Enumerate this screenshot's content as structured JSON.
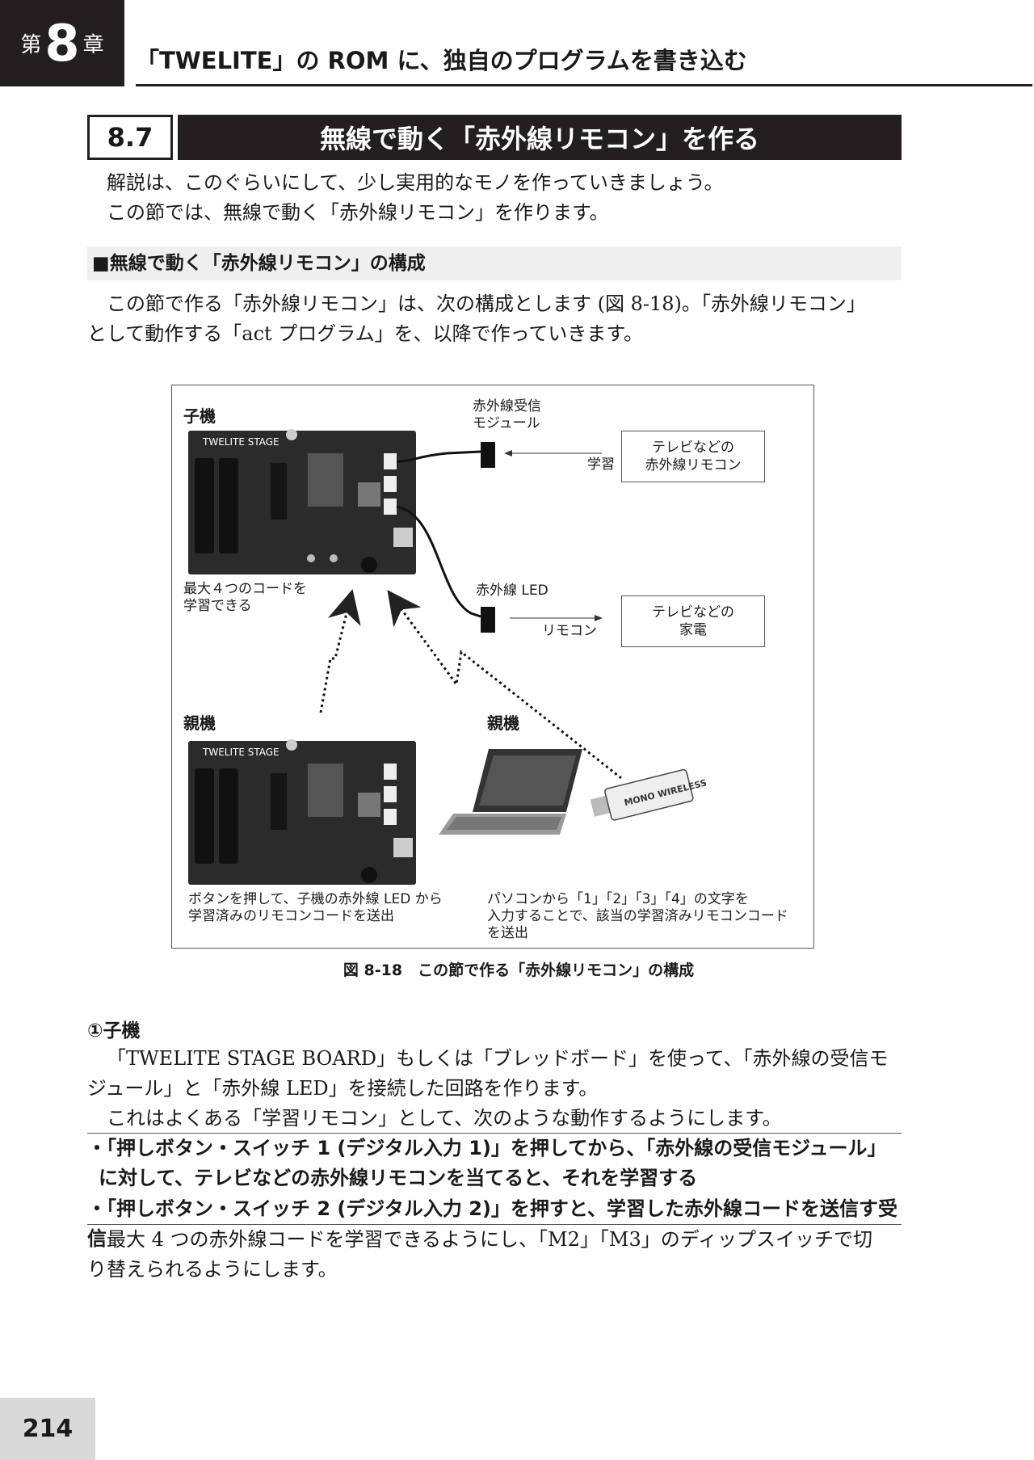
{
  "header": {
    "chapter_prefix": "第",
    "chapter_number": "8",
    "chapter_suffix": "章",
    "chapter_title": "「TWELITE」の ROM に、独自のプログラムを書き込む"
  },
  "section": {
    "number": "8.7",
    "title": "無線で動く「赤外線リモコン」を作る"
  },
  "intro": [
    "解説は、このぐらいにして、少し実用的なモノを作っていきましょう。",
    "この節では、無線で動く「赤外線リモコン」を作ります。"
  ],
  "subheading": "■無線で動く「赤外線リモコン」の構成",
  "config_paragraph": {
    "line1": "この節で作る「赤外線リモコン」は、次の構成とします (図 8-18)。「赤外線リモコン」",
    "line2": "として動作する「act プログラム」を、以降で作っていきます。"
  },
  "figure": {
    "child_label": "子機",
    "board_label": "TWELITE STAGE",
    "ir_receiver_label": "赤外線受信\nモジュール",
    "learn_label": "学習",
    "tv_remote_box": [
      "テレビなどの",
      "赤外線リモコン"
    ],
    "max_codes_note": [
      "最大４つのコードを",
      "学習できる"
    ],
    "ir_led_label": "赤外線 LED",
    "remote_label": "リモコン",
    "appliance_box": [
      "テレビなどの",
      "家電"
    ],
    "parent_label_left": "親機",
    "parent_label_right": "親機",
    "dongle_brand": "MONO WIRELESS",
    "parent_note_left": [
      "ボタンを押して、子機の赤外線 LED から",
      "学習済みのリモコンコードを送出"
    ],
    "parent_note_right": [
      "パソコンから「1」「2」「3」「4」の文字を",
      "入力することで、該当の学習済みリモコンコード",
      "を送出"
    ]
  },
  "figure_caption": "図 8-18　この節で作る「赤外線リモコン」の構成",
  "child_section": {
    "heading": "①子機",
    "p1_line1": "「TWELITE STAGE BOARD」もしくは「ブレッドボード」を使って、「赤外線の受信モ",
    "p1_line2": "ジュール」と「赤外線 LED」を接続した回路を作ります。",
    "p2": "これはよくある「学習リモコン」として、次のような動作するようにします。",
    "bullet1_line1": "・「押しボタン・スイッチ 1 (デジタル入力 1)」を押してから、「赤外線の受信モジュール」",
    "bullet1_line2": "に対して、テレビなどの赤外線リモコンを当てると、それを学習する",
    "bullet2": "・「押しボタン・スイッチ 2 (デジタル入力 2)」を押すと、学習した赤外線コードを送信す受信",
    "p3_line1": "最大 4 つの赤外線コードを学習できるようにし、「M2」「M3」のディップスイッチで切",
    "p3_line2": "り替えられるようにします。"
  },
  "page_number": "214"
}
